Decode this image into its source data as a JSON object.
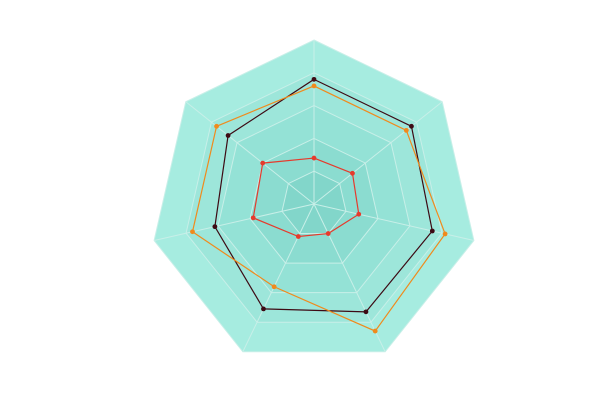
{
  "chart_data": {
    "type": "radar",
    "axes_count": 7,
    "rmax": 100,
    "rings": [
      20,
      40,
      60,
      80,
      100
    ],
    "ring_fills": [
      "#a6ece0",
      "#9de6da",
      "#94e2d6",
      "#8bdcd0",
      "#82d6ca"
    ],
    "grid_color": "#c8efe8",
    "series": [
      {
        "color": "#3d0a14",
        "values": [
          76,
          76,
          74,
          73,
          71,
          62,
          67
        ]
      },
      {
        "color": "#f08a1c",
        "values": [
          72,
          72,
          82,
          86,
          56,
          76,
          76
        ]
      },
      {
        "color": "#e63a2c",
        "values": [
          28,
          30,
          28,
          20,
          22,
          38,
          40
        ]
      }
    ]
  }
}
